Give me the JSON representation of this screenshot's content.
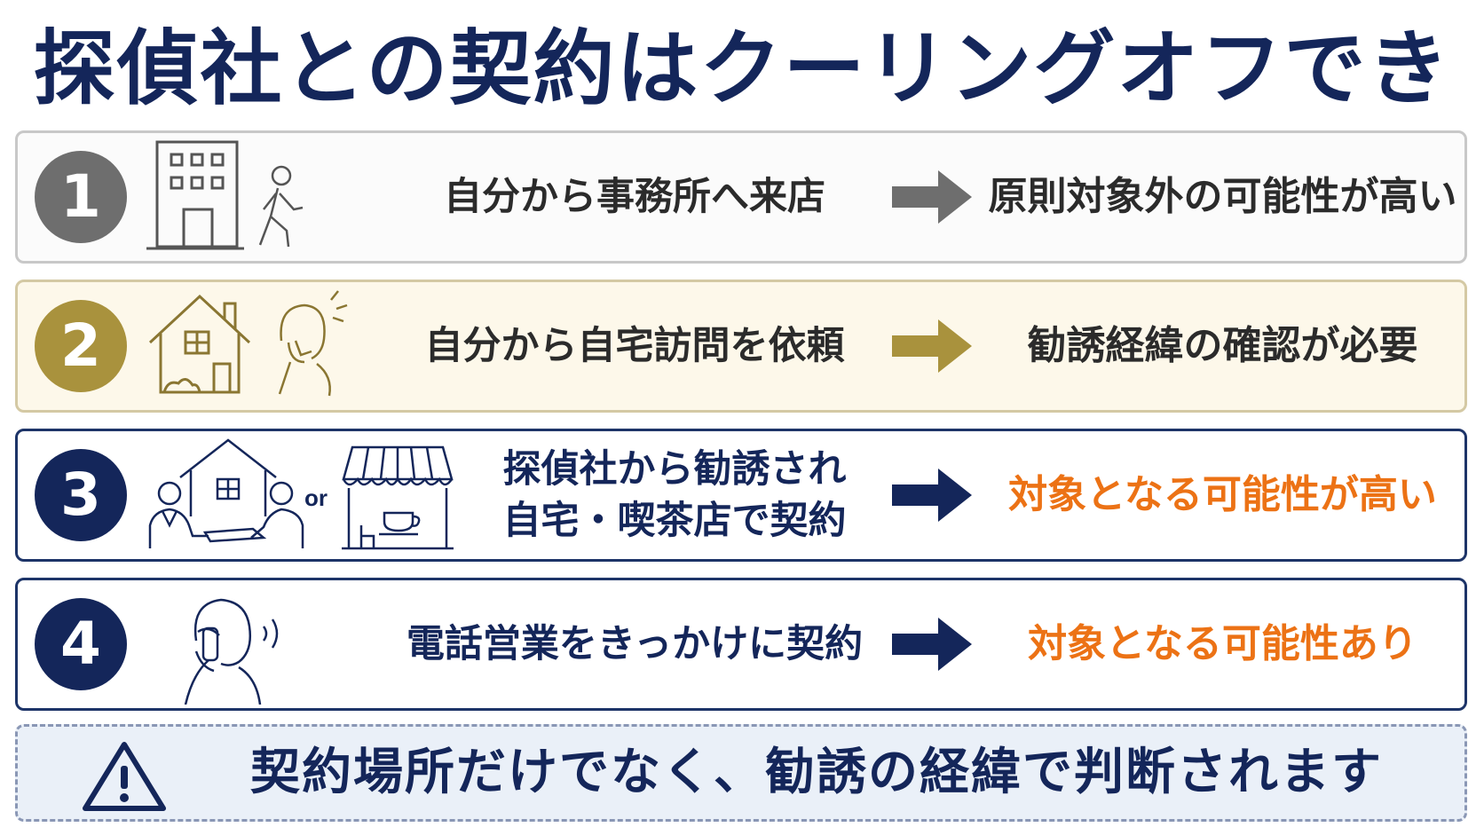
{
  "title": "探偵社との契約はクーリングオフできる？",
  "colors": {
    "navy": "#14265a",
    "gray": "#6e6e6e",
    "gold": "#a9923d",
    "orange": "#ec7215"
  },
  "rows": [
    {
      "number": "1",
      "icons": [
        "office-building-icon",
        "walking-person-icon"
      ],
      "description": [
        "自分から事務所へ来店"
      ],
      "arrow_color": "#6e6e6e",
      "result": "原則対象外の可能性が高い"
    },
    {
      "number": "2",
      "icons": [
        "house-icon",
        "person-on-phone-icon"
      ],
      "description": [
        "自分から自宅訪問を依頼"
      ],
      "arrow_color": "#a9923d",
      "result": "勧誘経緯の確認が必要"
    },
    {
      "number": "3",
      "icons": [
        "house-meeting-icon",
        "coffee-shop-icon"
      ],
      "or_label": "or",
      "description": [
        "探偵社から勧誘され",
        "自宅・喫茶店で契約"
      ],
      "arrow_color": "#14265a",
      "result": "対象となる可能性が高い"
    },
    {
      "number": "4",
      "icons": [
        "person-phone-call-icon"
      ],
      "description": [
        "電話営業をきっかけに契約"
      ],
      "arrow_color": "#14265a",
      "result": "対象となる可能性あり"
    }
  ],
  "footer": {
    "icon": "warning-icon",
    "text": "契約場所だけでなく、勧誘の経緯で判断されます"
  }
}
